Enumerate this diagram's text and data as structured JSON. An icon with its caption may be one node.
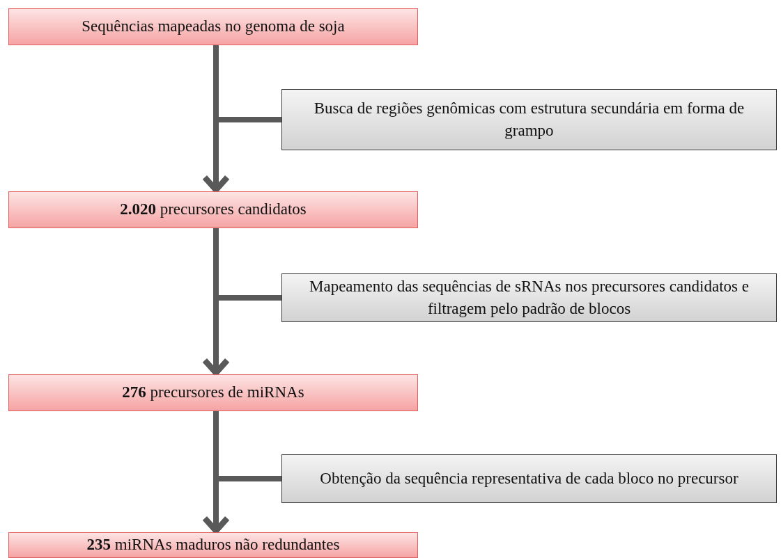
{
  "diagram": {
    "nodes": [
      {
        "text": [
          "Sequências mapeadas no genoma de soja"
        ]
      },
      {
        "text": [
          "Busca de regiões genômicas com estrutura secundária em forma de grampo"
        ]
      },
      {
        "text": [
          "**2.020** precursores candidatos"
        ]
      },
      {
        "text": [
          "Mapeamento das sequências de sRNAs nos precursores candidatos e filtragem pelo padrão de blocos"
        ]
      },
      {
        "text": [
          "**276** precursores de miRNAs"
        ]
      },
      {
        "text": [
          "Obtenção da sequência representativa de cada bloco no precursor"
        ]
      },
      {
        "text": [
          "**235** miRNAs maduros não redundantes"
        ]
      }
    ],
    "edges": [
      {
        "from": 0,
        "to": 2,
        "arrow": "to"
      },
      {
        "from": 1,
        "to": 2,
        "arrow": "to"
      },
      {
        "from": 2,
        "to": 4,
        "arrow": "to"
      },
      {
        "from": 3,
        "to": 4,
        "arrow": "to"
      },
      {
        "from": 4,
        "to": 6,
        "arrow": "to"
      },
      {
        "from": 5,
        "to": 6,
        "arrow": "to"
      }
    ]
  }
}
